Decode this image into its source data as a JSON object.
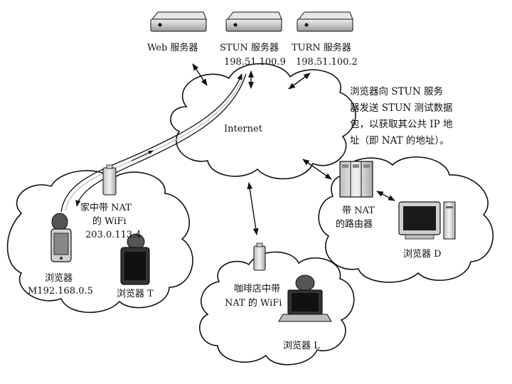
{
  "servers": {
    "web": {
      "label": "Web 服务器"
    },
    "stun": {
      "label": "STUN 服务器",
      "ip": "198.51.100.9"
    },
    "turn": {
      "label": "TURN 服务器",
      "ip": "198.51.100.2"
    }
  },
  "internet": {
    "label": "Internet"
  },
  "home": {
    "wifi_line1": "家中带 NAT",
    "wifi_line2": "的 WiFi",
    "wifi_ip": "203.0.113.4",
    "browser_m_label": "浏览器",
    "browser_m_ip": "M192.168.0.5",
    "browser_t_label": "浏览器 T"
  },
  "router": {
    "line1": "带 NAT",
    "line2": "的路由器",
    "browser_d_label": "浏览器 D"
  },
  "cafe": {
    "line1": "咖啡店中带",
    "line2": "NAT 的 WiFi",
    "browser_l_label": "浏览器 L"
  },
  "note": {
    "lines": [
      "浏览器向 STUN 服务",
      "器发送 STUN 测试数据",
      "包，以获取其公共 IP 地",
      "址（即 NAT 的地址）。"
    ]
  },
  "colors": {
    "stroke": "#111111",
    "cloud_fill": "#ffffff",
    "device_light": "#d8d8d8",
    "device_mid": "#9a9a9a",
    "screen_dark": "#1a1a1a"
  }
}
